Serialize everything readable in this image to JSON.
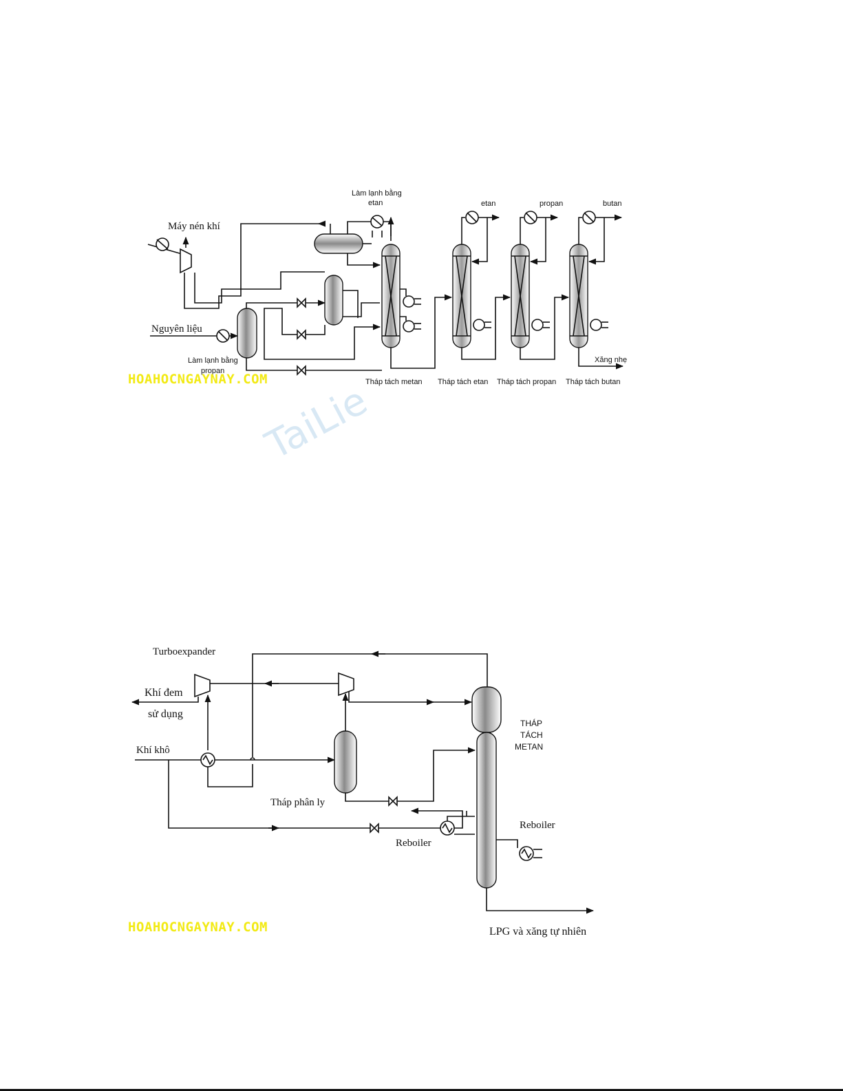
{
  "diagram1": {
    "labels": {
      "compressor": "Máy nén khí",
      "feed": "Nguyên liệu",
      "ethane_cooling_1": "Làm lạnh bằng",
      "ethane_cooling_2": "etan",
      "propane_cooling_1": "Làm lạnh bằng",
      "propane_cooling_2": "propan",
      "product_ethane": "etan",
      "product_propane": "propan",
      "product_butane": "butan",
      "light_gasoline": "Xăng nhẹ",
      "demethanizer": "Tháp tách metan",
      "deethanizer": "Tháp tách etan",
      "depropanizer": "Tháp tách propan",
      "debutanizer": "Tháp tách butan"
    },
    "source_mark": "HOAHOCNGAYNAY.COM"
  },
  "watermark": "TaiLie",
  "diagram2": {
    "labels": {
      "turboexpander": "Turboexpander",
      "gas_use_1": "Khí đem",
      "gas_use_2": "sử dụng",
      "dry_gas": "Khí khô",
      "separator": "Tháp phân ly",
      "reboiler_left": "Reboiler",
      "reboiler_right": "Reboiler",
      "column_1": "THÁP",
      "column_2": "TÁCH",
      "column_3": "METAN",
      "product": "LPG và xăng tự nhiên"
    },
    "source_mark": "HOAHOCNGAYNAY.COM"
  },
  "colors": {
    "line": "#111111",
    "source_mark": "#f2ea14",
    "watermark": "#cfe3f2"
  }
}
